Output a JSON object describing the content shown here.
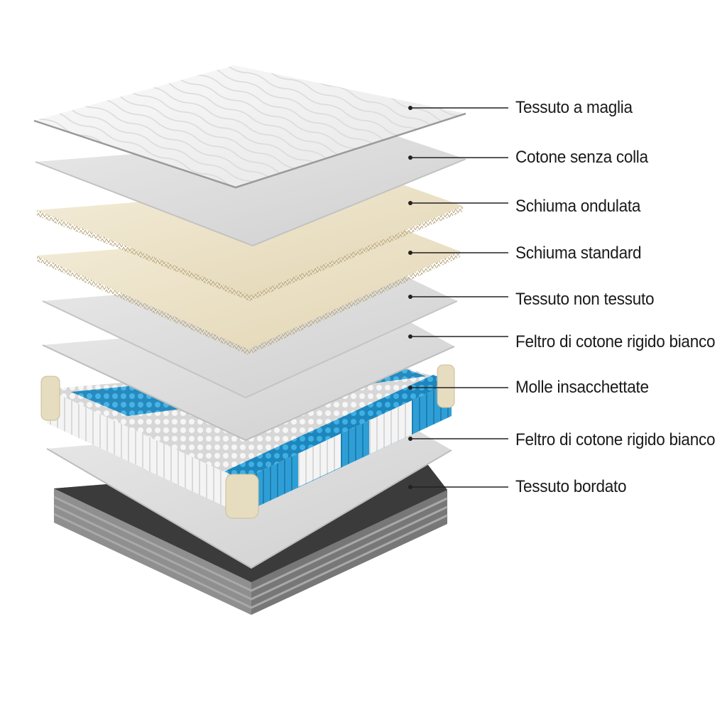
{
  "diagram": {
    "layers": [
      {
        "id": "knit",
        "label": "Tessuto a maglia"
      },
      {
        "id": "cotton",
        "label": "Cotone senza colla"
      },
      {
        "id": "wave-foam",
        "label": "Schiuma ondulata"
      },
      {
        "id": "std-foam",
        "label": "Schiuma standard"
      },
      {
        "id": "nonwoven",
        "label": "Tessuto non tessuto"
      },
      {
        "id": "felt-top",
        "label": "Feltro di cotone rigido bianco"
      },
      {
        "id": "springs",
        "label": "Molle insacchettate"
      },
      {
        "id": "felt-bottom",
        "label": "Feltro di cotone rigido bianco"
      },
      {
        "id": "border",
        "label": "Tessuto bordato"
      }
    ],
    "colors": {
      "white": "#f3f3f3",
      "grey": "#d9d9d9",
      "foam": "#ede3c8",
      "spring_blue": "#2e9fd6",
      "spring_white": "#eeeeee",
      "dark": "#3a3a3a",
      "border_grey": "#8a8a8a"
    }
  }
}
